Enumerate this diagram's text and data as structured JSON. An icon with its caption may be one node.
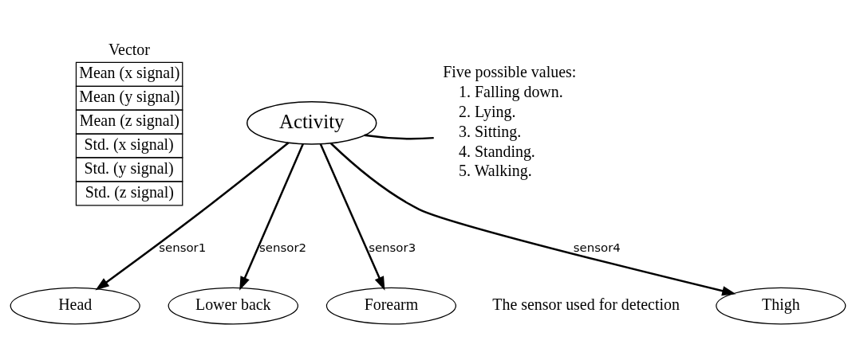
{
  "diagram": {
    "nodes": [
      {
        "text": [
          "Activity"
        ]
      },
      {
        "text": [
          "Head"
        ]
      },
      {
        "text": [
          "Lower back"
        ]
      },
      {
        "text": [
          "Forearm"
        ]
      },
      {
        "text": [
          "Thigh"
        ]
      },
      {
        "text": [
          "Five possible values:",
          "1. Falling down.",
          "2. Lying.",
          "3. Sitting.",
          "4. Standing.",
          "5. Walking."
        ]
      }
    ],
    "edges": [
      {
        "from": 0,
        "to": 1,
        "arrow": "to",
        "label": "sensor1"
      },
      {
        "from": 0,
        "to": 2,
        "arrow": "to",
        "label": "sensor2"
      },
      {
        "from": 0,
        "to": 3,
        "arrow": "to",
        "label": "sensor3"
      },
      {
        "from": 0,
        "to": 4,
        "arrow": "to",
        "label": "sensor4"
      },
      {
        "from": 5,
        "to": 0,
        "arrow": "none"
      }
    ],
    "labels": [
      "Vector",
      "Mean (x signal)",
      "Mean (y signal)",
      "Mean (z signal)",
      "Std. (x signal)",
      "Std. (y signal)",
      "Std. (z signal)",
      "The sensor used for detection"
    ]
  }
}
